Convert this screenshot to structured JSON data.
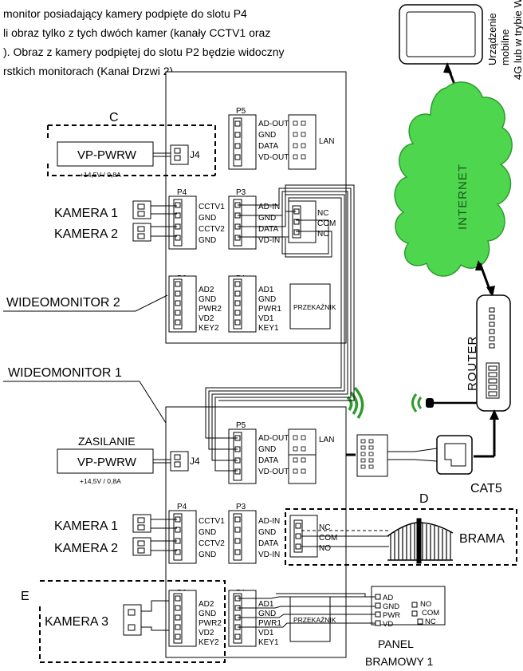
{
  "header": {
    "line1": "monitor posiadający kamery podpięte do slotu P4",
    "line2": "li obraz tylko z tych dwóch kamer  (kanały CCTV1 oraz",
    "line3": "). Obraz z kamery podpiętej do slotu P2 będzie widoczny",
    "line4": "rstkich monitorach (Kanał Drzwi 2)."
  },
  "device": {
    "line1": "Urządzenie",
    "line2": "mobilne",
    "line3": "4G lub w trybie W"
  },
  "internet": "INTERNET",
  "router": "ROUTER",
  "cat5": "CAT5",
  "sections": {
    "c": "C",
    "d": "D",
    "e": "E"
  },
  "labels": {
    "monitor2": "WIDEOMONITOR 2",
    "monitor1": "WIDEOMONITOR 1",
    "zasilanie": "ZASILANIE",
    "brama": "BRAMA",
    "panel_line1": "PANEL",
    "panel_line2": "BRAMOWY 1"
  },
  "psu": {
    "name": "VP-PWRW",
    "rating": "+14,5V / 0,8A",
    "jack": "J4"
  },
  "cameras": {
    "cam1": "KAMERA 1",
    "cam2": "KAMERA 2",
    "cam3": "KAMERA 3"
  },
  "connectors": {
    "p1": "P1",
    "p2": "P2",
    "p3": "P3",
    "p4": "P4",
    "p5": "P5",
    "lan": "LAN",
    "relay": "PRZEKAŹNIK"
  },
  "pins": {
    "p1": [
      "AD1",
      "GND",
      "PWR1",
      "VD1",
      "KEY1"
    ],
    "p2": [
      "AD2",
      "GND",
      "PWR2",
      "VD2",
      "KEY2"
    ],
    "p3": [
      "AD-IN",
      "GND",
      "DATA",
      "VD-IN"
    ],
    "p4": [
      "CCTV1",
      "GND",
      "CCTV2",
      "GND"
    ],
    "p5": [
      "AD-OUT",
      "GND",
      "DATA",
      "VD-OUT"
    ],
    "relay": [
      "NC",
      "COM",
      "NO"
    ],
    "panel_left": [
      "AD",
      "GND",
      "PWR",
      "VD"
    ],
    "panel_right": [
      "NO",
      "COM",
      "NC"
    ]
  },
  "colors": {
    "cloud": "#4fd64f",
    "cloud_stroke": "#2e9a2e",
    "wifi": "#2e9a2e"
  }
}
